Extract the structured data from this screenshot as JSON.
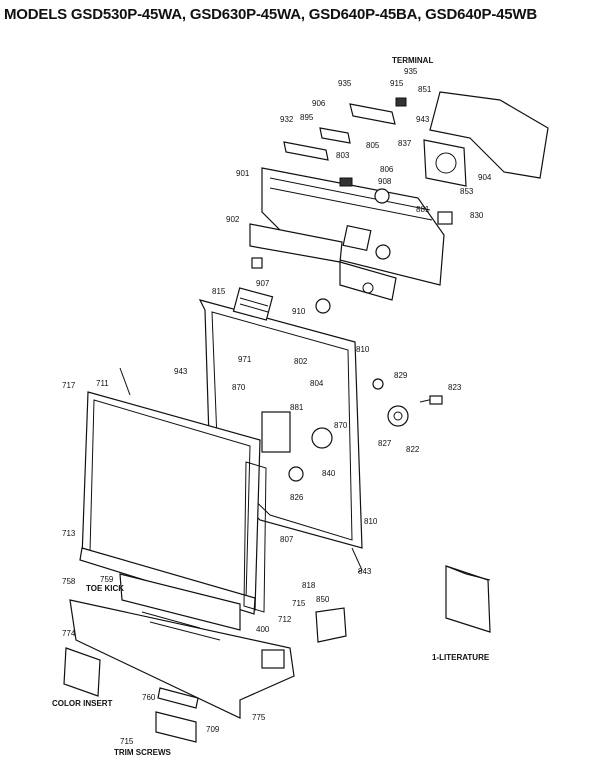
{
  "title": "MODELS GSD530P-45WA, GSD630P-45WA, GSD640P-45BA, GSD640P-45WB",
  "captions": {
    "terminal": "TERMINAL",
    "toe_kick": "TOE KICK",
    "literature": "1-LITERATURE",
    "color_insert": "COLOR INSERT",
    "trim_screws": "TRIM SCREWS"
  },
  "parts": [
    "935",
    "935",
    "915",
    "851",
    "906",
    "932",
    "895",
    "943",
    "837",
    "805",
    "803",
    "806",
    "904",
    "901",
    "908",
    "853",
    "881",
    "830",
    "902",
    "907",
    "815",
    "910",
    "810",
    "943",
    "971",
    "802",
    "804",
    "829",
    "870",
    "823",
    "717",
    "711",
    "881",
    "827",
    "822",
    "870",
    "840",
    "826",
    "713",
    "807",
    "810",
    "843",
    "758",
    "759",
    "818",
    "715",
    "850",
    "400",
    "712",
    "774",
    "760",
    "775",
    "709",
    "715"
  ]
}
